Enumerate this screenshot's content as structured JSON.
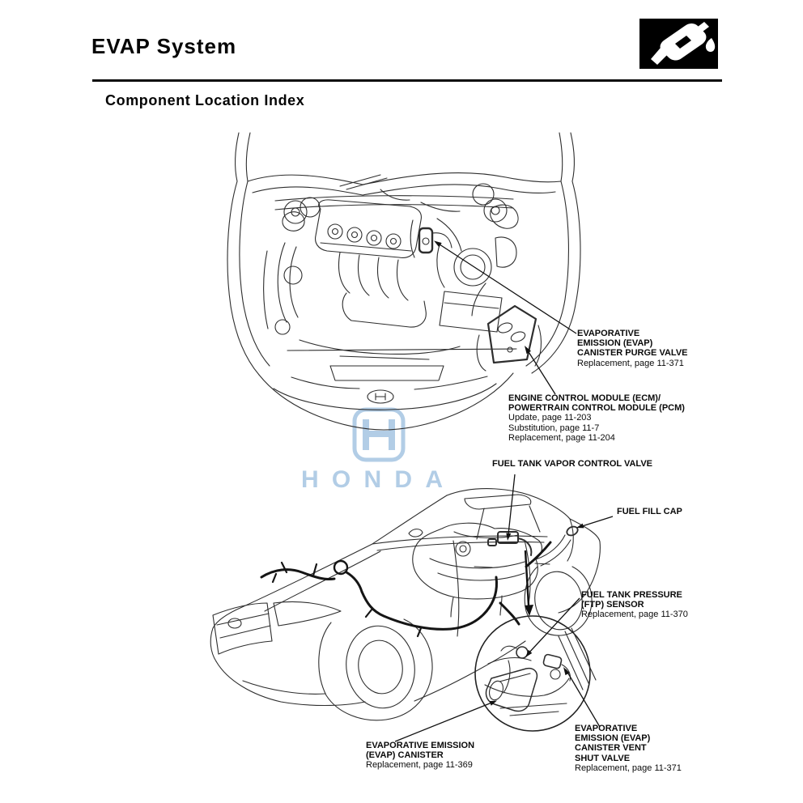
{
  "header": {
    "title": "EVAP System",
    "section_title": "Component Location Index",
    "icon": "fuel-nozzle-icon"
  },
  "watermark": {
    "text": "HONDA",
    "color": "#b2cde6"
  },
  "callouts": {
    "purge_valve": {
      "name_lines": [
        "EVAPORATIVE",
        "EMISSION (EVAP)",
        "CANISTER PURGE VALVE"
      ],
      "refs": [
        "Replacement, page 11-371"
      ]
    },
    "ecm_pcm": {
      "name_lines": [
        "ENGINE CONTROL MODULE (ECM)/",
        "POWERTRAIN CONTROL MODULE (PCM)"
      ],
      "refs": [
        "Update, page 11-203",
        "Substitution, page 11-7",
        "Replacement, page 11-204"
      ]
    },
    "fuel_tank_vapor_control_valve": {
      "name_lines": [
        "FUEL TANK VAPOR CONTROL VALVE"
      ],
      "refs": []
    },
    "fuel_fill_cap": {
      "name_lines": [
        "FUEL FILL CAP"
      ],
      "refs": []
    },
    "ftp_sensor": {
      "name_lines": [
        "FUEL TANK PRESSURE",
        "(FTP) SENSOR"
      ],
      "refs": [
        "Replacement, page 11-370"
      ]
    },
    "evap_canister": {
      "name_lines": [
        "EVAPORATIVE EMISSION",
        "(EVAP) CANISTER"
      ],
      "refs": [
        "Replacement, page 11-369"
      ]
    },
    "canister_vent_shut_valve": {
      "name_lines": [
        "EVAPORATIVE",
        "EMISSION (EVAP)",
        "CANISTER VENT",
        "SHUT VALVE"
      ],
      "refs": [
        "Replacement, page 11-371"
      ]
    }
  }
}
